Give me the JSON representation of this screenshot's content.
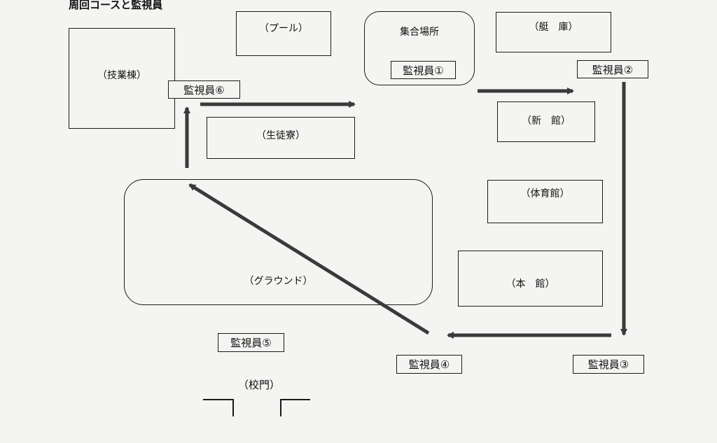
{
  "title": "周回コースと監視員",
  "buildings": {
    "pool": "（プール）",
    "meeting_place": "集合場所",
    "boathouse": "（艇　庫）",
    "skills_building": "（技業棟）",
    "dormitory": "（生徒寮）",
    "new_building": "（新　館）",
    "gymnasium": "（体育館）",
    "ground": "（グラウンド）",
    "main_building": "（本　館）",
    "school_gate": "（校門）"
  },
  "monitors": {
    "m1": "監視員①",
    "m2": "監視員②",
    "m3": "監視員③",
    "m4": "監視員④",
    "m5": "監視員⑤",
    "m6": "監視員⑥"
  },
  "colors": {
    "arrow": "#3a3a3a",
    "line": "#1a1a1a"
  }
}
